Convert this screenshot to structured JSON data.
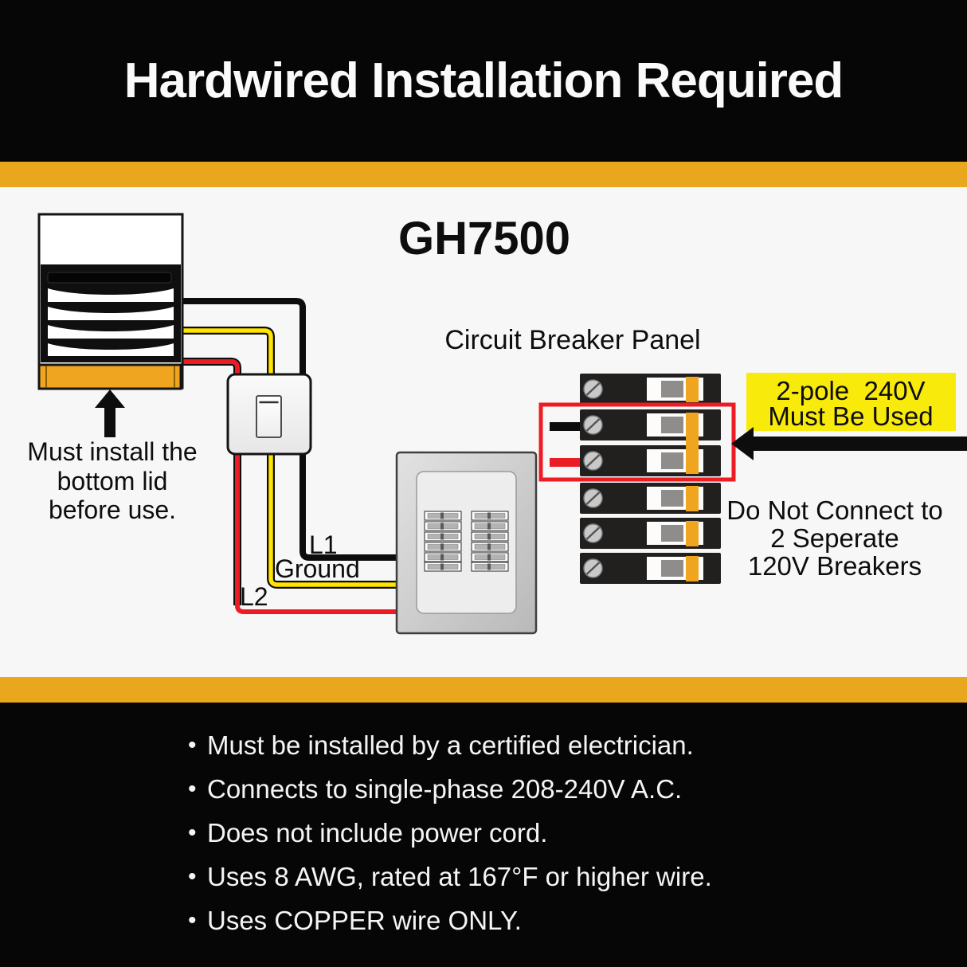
{
  "header": {
    "title": "Hardwired Installation Required"
  },
  "diagram": {
    "model": "GH7500",
    "panel_label": "Circuit Breaker Panel",
    "heater_caption": {
      "lines": [
        "Must install the",
        "bottom lid",
        "before use."
      ]
    },
    "wire_labels": {
      "l1": "L1",
      "ground": "Ground",
      "l2": "L2"
    },
    "callout": {
      "lines": [
        "2-pole  240V",
        "Must Be Used"
      ]
    },
    "warning": {
      "lines": [
        "Do Not Connect to",
        "2 Seperate",
        "120V Breakers"
      ]
    }
  },
  "footer": {
    "bullets": [
      "Must be installed by a certified electrician.",
      "Connects to single-phase 208-240V A.C.",
      "Does not include power cord.",
      "Uses 8 AWG, rated at 167°F or higher wire.",
      "Uses COPPER wire ONLY."
    ]
  },
  "colors": {
    "band_black": "#060606",
    "stripe_amber": "#E9A71E",
    "lid_orange": "#EFA51F",
    "breaker_tie_orange": "#EFA51F",
    "callout_yellow": "#F8EA0B",
    "wire_red": "#EC1C24",
    "wire_yellow": "#FFE400",
    "wire_black": "#0D0D0D",
    "background_light": "#F7F7F7"
  }
}
